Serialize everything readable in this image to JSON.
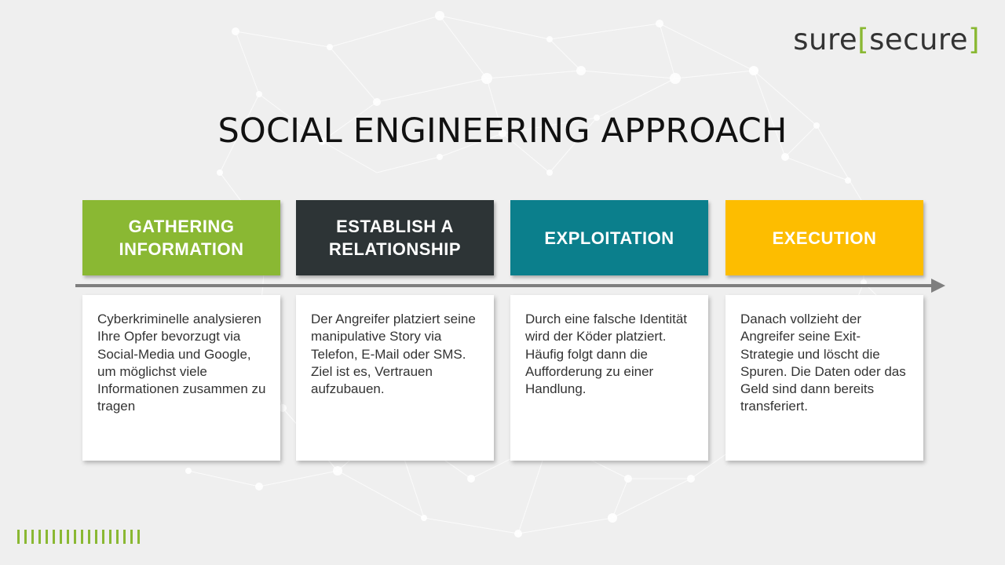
{
  "logo": {
    "part1": "sure",
    "open": "[",
    "part2": "secure",
    "close": "]"
  },
  "title": "SOCIAL ENGINEERING APPROACH",
  "colors": {
    "accent": "#8ab833",
    "dark": "#2d3436",
    "teal": "#0b7f8c",
    "gold": "#fdbd00",
    "arrow": "#7f7f7f"
  },
  "steps": [
    {
      "heading": "GATHERING INFORMATION",
      "color": "#8ab833",
      "body": "Cyberkriminelle analysieren Ihre Opfer bevorzugt via Social-Media und Google, um möglichst viele Informationen zusammen zu tragen"
    },
    {
      "heading": "ESTABLISH A RELATIONSHIP",
      "color": "#2d3436",
      "body": "Der Angreifer platziert seine manipulative Story via Telefon, E-Mail oder SMS. Ziel ist es, Vertrauen aufzubauen."
    },
    {
      "heading": "EXPLOITATION",
      "color": "#0b7f8c",
      "body": "Durch eine falsche Identität wird der Köder platziert. Häufig folgt dann die Aufforderung zu einer Handlung."
    },
    {
      "heading": "EXECUTION",
      "color": "#fdbd00",
      "body": "Danach vollzieht der Angreifer seine Exit-Strategie und löscht die Spuren. Die Daten oder das Geld sind dann bereits transferiert."
    }
  ],
  "decoration": {
    "tick_count": 18
  }
}
